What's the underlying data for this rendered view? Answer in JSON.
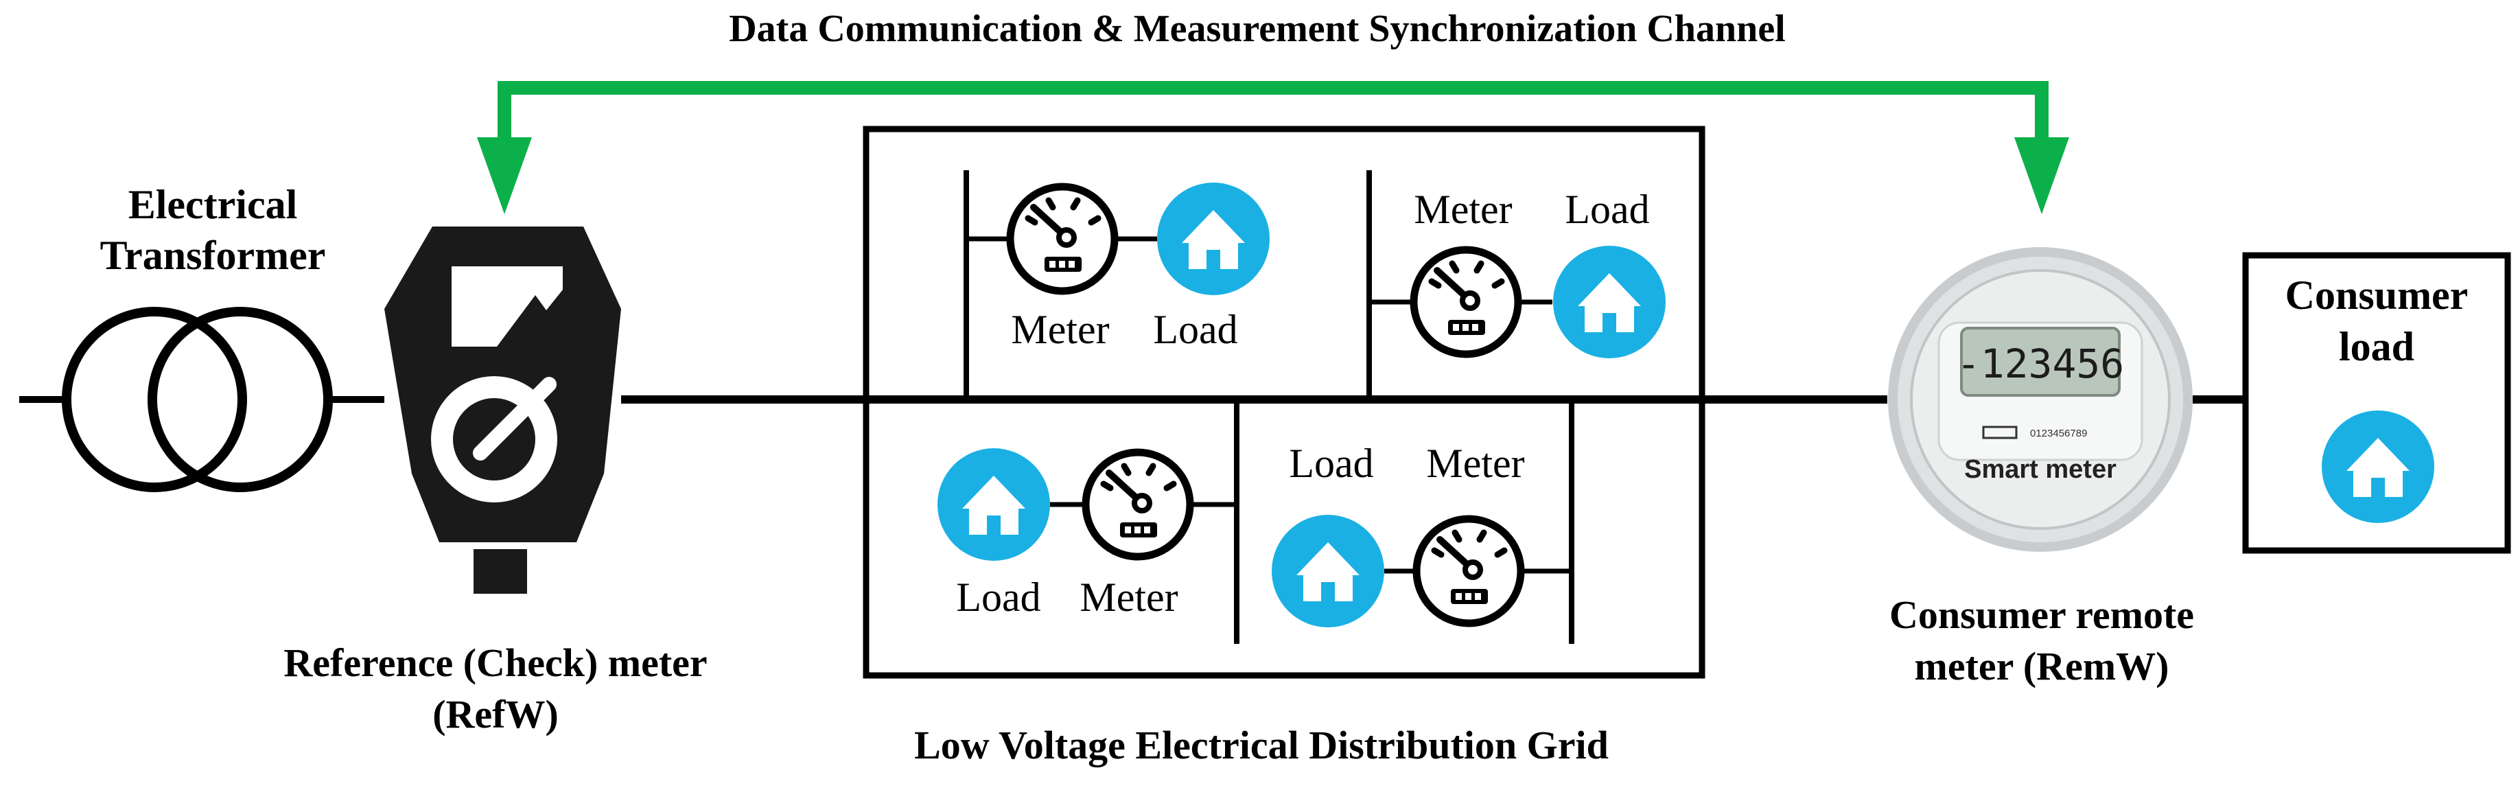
{
  "top_channel": {
    "label": "Data Communication & Measurement Synchronization Channel"
  },
  "transformer": {
    "label_line1": "Electrical",
    "label_line2": "Transformer"
  },
  "reference_meter": {
    "label_line1": "Reference (Check)  meter",
    "label_line2": "(RefW)"
  },
  "grid": {
    "caption": "Low Voltage Electrical Distribution Grid",
    "cell_tl": {
      "meter_label": "Meter",
      "load_label": "Load"
    },
    "cell_tr": {
      "meter_label": "Meter",
      "load_label": "Load"
    },
    "cell_bl": {
      "load_label": "Load",
      "meter_label": "Meter"
    },
    "cell_br": {
      "load_label": "Load",
      "meter_label": "Meter"
    }
  },
  "smart_meter": {
    "display": "-123456",
    "serial": "0123456789",
    "label": "Smart meter",
    "caption_line1": "Consumer remote",
    "caption_line2": "meter (RemW)"
  },
  "consumer_load": {
    "label_line1": "Consumer",
    "label_line2": "load"
  },
  "colors": {
    "arrow": "#0cb04a",
    "home_circle": "#1ab0e4",
    "line": "#000000",
    "meter_body": "#1a1a1a"
  },
  "icons": [
    "transformer-icon",
    "reference-meter-icon",
    "meter-dial-icon",
    "home-icon",
    "smart-meter-icon",
    "arrow-down-icon"
  ]
}
